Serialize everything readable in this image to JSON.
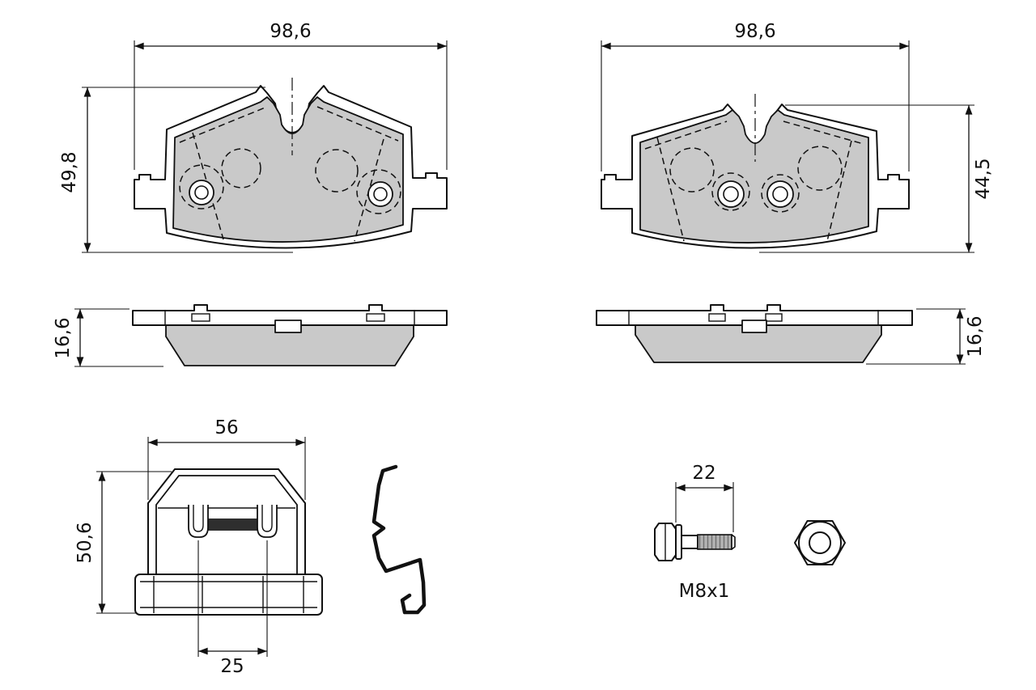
{
  "drawing": {
    "colors": {
      "line": "#111111",
      "pad_fill": "#c9c9c9",
      "slot_fill": "#2e2e2e",
      "thread_fill": "#b3b3b3",
      "background": "#ffffff"
    },
    "dimensions": {
      "pad_front_left": {
        "width": "98,6",
        "height": "49,8"
      },
      "pad_front_right": {
        "width": "98,6",
        "height": "44,5"
      },
      "pad_side_left": {
        "thickness": "16,6"
      },
      "pad_side_right": {
        "thickness": "16,6"
      },
      "clip": {
        "width": "56",
        "height": "50,6",
        "slot_spacing": "25"
      },
      "bolt": {
        "length": "22",
        "thread": "M8x1"
      }
    }
  }
}
